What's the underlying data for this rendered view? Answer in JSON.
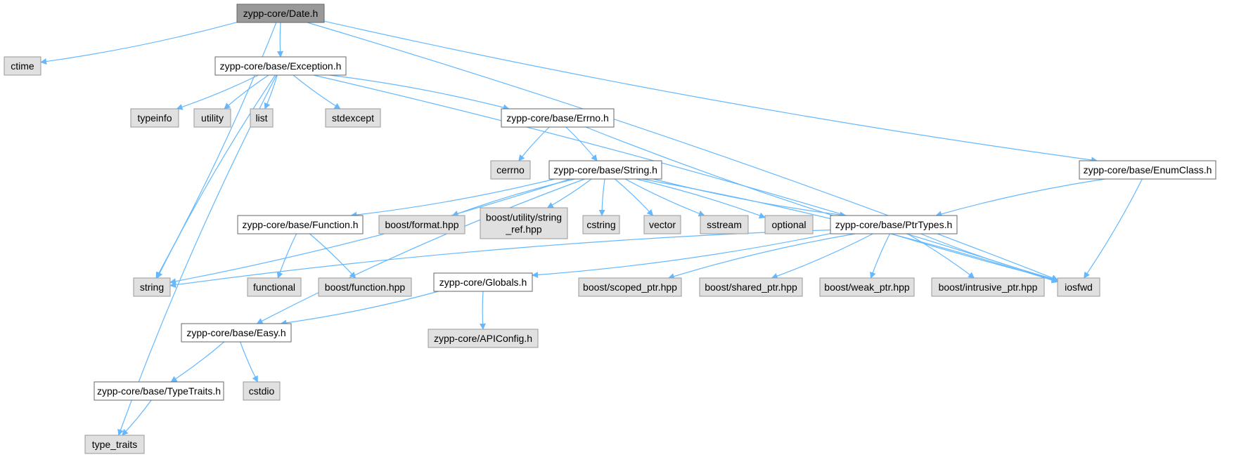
{
  "colors": {
    "edge": "#63b8ff",
    "root_fill": "#999999",
    "root_stroke": "#666666",
    "header_fill": "#ffffff",
    "header_stroke": "#666666",
    "system_fill": "#e0e0e0",
    "system_stroke": "#999999"
  },
  "nodes": [
    {
      "id": "date",
      "lines": [
        "zypp-core/Date.h"
      ],
      "kind": "root"
    },
    {
      "id": "ctime",
      "lines": [
        "ctime"
      ],
      "kind": "system"
    },
    {
      "id": "exception",
      "lines": [
        "zypp-core/base/Exception.h"
      ],
      "kind": "header"
    },
    {
      "id": "string",
      "lines": [
        "string"
      ],
      "kind": "system"
    },
    {
      "id": "enumclass",
      "lines": [
        "zypp-core/base/EnumClass.h"
      ],
      "kind": "header"
    },
    {
      "id": "iosfwd",
      "lines": [
        "iosfwd"
      ],
      "kind": "system"
    },
    {
      "id": "type_traits",
      "lines": [
        "type_traits"
      ],
      "kind": "system"
    },
    {
      "id": "typeinfo",
      "lines": [
        "typeinfo"
      ],
      "kind": "system"
    },
    {
      "id": "utility",
      "lines": [
        "utility"
      ],
      "kind": "system"
    },
    {
      "id": "list",
      "lines": [
        "list"
      ],
      "kind": "system"
    },
    {
      "id": "stdexcept",
      "lines": [
        "stdexcept"
      ],
      "kind": "system"
    },
    {
      "id": "errno_h",
      "lines": [
        "zypp-core/base/Errno.h"
      ],
      "kind": "header"
    },
    {
      "id": "cerrno",
      "lines": [
        "cerrno"
      ],
      "kind": "system"
    },
    {
      "id": "string_h",
      "lines": [
        "zypp-core/base/String.h"
      ],
      "kind": "header"
    },
    {
      "id": "easy",
      "lines": [
        "zypp-core/base/Easy.h"
      ],
      "kind": "header"
    },
    {
      "id": "function_h",
      "lines": [
        "zypp-core/base/Function.h"
      ],
      "kind": "header"
    },
    {
      "id": "boost_format",
      "lines": [
        "boost/format.hpp"
      ],
      "kind": "system"
    },
    {
      "id": "boost_string_ref",
      "lines": [
        "boost/utility/string",
        "_ref.hpp"
      ],
      "kind": "system"
    },
    {
      "id": "cstring",
      "lines": [
        "cstring"
      ],
      "kind": "system"
    },
    {
      "id": "vector",
      "lines": [
        "vector"
      ],
      "kind": "system"
    },
    {
      "id": "sstream",
      "lines": [
        "sstream"
      ],
      "kind": "system"
    },
    {
      "id": "optional",
      "lines": [
        "optional"
      ],
      "kind": "system"
    },
    {
      "id": "ptrtypes",
      "lines": [
        "zypp-core/base/PtrTypes.h"
      ],
      "kind": "header"
    },
    {
      "id": "functional",
      "lines": [
        "functional"
      ],
      "kind": "system"
    },
    {
      "id": "boost_function",
      "lines": [
        "boost/function.hpp"
      ],
      "kind": "system"
    },
    {
      "id": "globals",
      "lines": [
        "zypp-core/Globals.h"
      ],
      "kind": "header"
    },
    {
      "id": "boost_scoped",
      "lines": [
        "boost/scoped_ptr.hpp"
      ],
      "kind": "system"
    },
    {
      "id": "boost_shared",
      "lines": [
        "boost/shared_ptr.hpp"
      ],
      "kind": "system"
    },
    {
      "id": "boost_weak",
      "lines": [
        "boost/weak_ptr.hpp"
      ],
      "kind": "system"
    },
    {
      "id": "boost_intrusive",
      "lines": [
        "boost/intrusive_ptr.hpp"
      ],
      "kind": "system"
    },
    {
      "id": "apiconfig",
      "lines": [
        "zypp-core/APIConfig.h"
      ],
      "kind": "system"
    },
    {
      "id": "typetraits_h",
      "lines": [
        "zypp-core/base/TypeTraits.h"
      ],
      "kind": "header"
    },
    {
      "id": "cstdio",
      "lines": [
        "cstdio"
      ],
      "kind": "system"
    }
  ],
  "edges": [
    [
      "date",
      "ctime"
    ],
    [
      "date",
      "exception"
    ],
    [
      "date",
      "string"
    ],
    [
      "date",
      "enumclass"
    ],
    [
      "date",
      "iosfwd"
    ],
    [
      "exception",
      "type_traits"
    ],
    [
      "exception",
      "typeinfo"
    ],
    [
      "exception",
      "utility"
    ],
    [
      "exception",
      "list"
    ],
    [
      "exception",
      "stdexcept"
    ],
    [
      "exception",
      "errno_h"
    ],
    [
      "exception",
      "string"
    ],
    [
      "exception",
      "iosfwd"
    ],
    [
      "errno_h",
      "cerrno"
    ],
    [
      "errno_h",
      "string_h"
    ],
    [
      "errno_h",
      "iosfwd"
    ],
    [
      "string_h",
      "string"
    ],
    [
      "string_h",
      "easy"
    ],
    [
      "string_h",
      "function_h"
    ],
    [
      "string_h",
      "boost_format"
    ],
    [
      "string_h",
      "boost_string_ref"
    ],
    [
      "string_h",
      "cstring"
    ],
    [
      "string_h",
      "vector"
    ],
    [
      "string_h",
      "sstream"
    ],
    [
      "string_h",
      "optional"
    ],
    [
      "string_h",
      "ptrtypes"
    ],
    [
      "string_h",
      "iosfwd"
    ],
    [
      "enumclass",
      "ptrtypes"
    ],
    [
      "enumclass",
      "iosfwd"
    ],
    [
      "function_h",
      "functional"
    ],
    [
      "function_h",
      "boost_function"
    ],
    [
      "ptrtypes",
      "string"
    ],
    [
      "ptrtypes",
      "globals"
    ],
    [
      "ptrtypes",
      "boost_scoped"
    ],
    [
      "ptrtypes",
      "boost_shared"
    ],
    [
      "ptrtypes",
      "boost_weak"
    ],
    [
      "ptrtypes",
      "boost_intrusive"
    ],
    [
      "ptrtypes",
      "iosfwd"
    ],
    [
      "globals",
      "easy"
    ],
    [
      "globals",
      "apiconfig"
    ],
    [
      "easy",
      "typetraits_h"
    ],
    [
      "easy",
      "cstdio"
    ],
    [
      "typetraits_h",
      "type_traits"
    ]
  ]
}
